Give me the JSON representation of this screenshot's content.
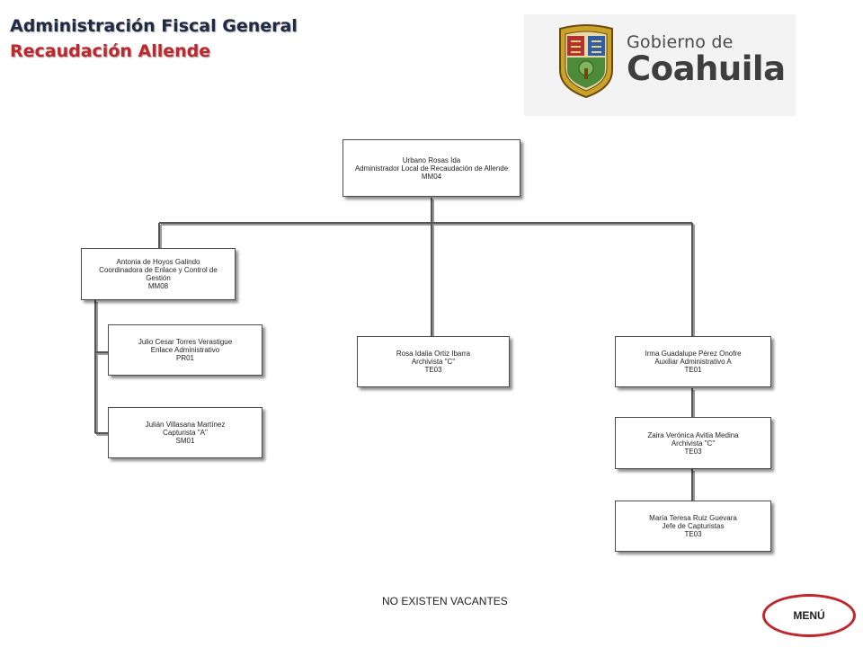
{
  "header": {
    "title": "Administración Fiscal General",
    "subtitle": "Recaudación Allende"
  },
  "logo": {
    "line1": "Gobierno de",
    "line2": "Coahuila"
  },
  "org_chart": {
    "root": {
      "name": "Urbano Rosas Ida",
      "role": "Administrador Local de Recaudación de Allende",
      "code": "MM04"
    },
    "coordinator": {
      "name": "Antonia de Hoyos Galindo",
      "role": "Coordinadora de Enlace y Control de Gestión",
      "code": "MM08"
    },
    "enlace": {
      "name": "Julio Cesar Torres Verastigue",
      "role": "Enlace Administrativo",
      "code": "PR01"
    },
    "capturista": {
      "name": "Julián Villasana Martínez",
      "role": "Capturista \"A\"",
      "code": "SM01"
    },
    "archivista_center": {
      "name": "Rosa Idalia Ortiz Ibarra",
      "role": "Archivista \"C\"",
      "code": "TE03"
    },
    "auxiliar": {
      "name": "Irma Guadalupe Pérez Onofre",
      "role": "Auxiliar Administrativo A",
      "code": "TE01"
    },
    "archivista_right": {
      "name": "Zaira Verónica Avitia Medina",
      "role": "Archivista \"C\"",
      "code": "TE03"
    },
    "jefe_capturistas": {
      "name": "María Teresa Ruiz Guevara",
      "role": "Jefe de Capturistas",
      "code": "TE03"
    }
  },
  "footer": {
    "note": "NO EXISTEN VACANTES",
    "menu_label": "MENÚ"
  },
  "colors": {
    "title_primary": "#1f2a44",
    "title_accent": "#c0262b",
    "menu_border": "#c0262b"
  }
}
